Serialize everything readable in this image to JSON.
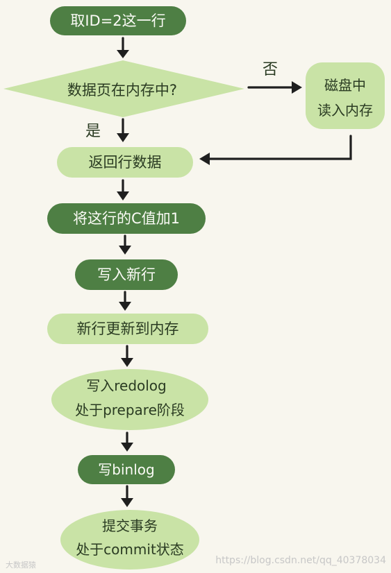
{
  "nodes": {
    "fetch_row": "取ID=2这一行",
    "in_memory_question": "数据页在内存中?",
    "disk_read_line1": "磁盘中",
    "disk_read_line2": "读入内存",
    "return_row": "返回行数据",
    "add_one": "将这行的C值加1",
    "write_new_row": "写入新行",
    "update_memory": "新行更新到内存",
    "redolog_prepare_line1": "写入redolog",
    "redolog_prepare_line2": "处于prepare阶段",
    "write_binlog": "写binlog",
    "commit_line1": "提交事务",
    "commit_line2": "处于commit状态"
  },
  "edge_labels": {
    "no": "否",
    "yes": "是"
  },
  "watermark": {
    "left": "大数据猿",
    "right": "https://blog.csdn.net/qq_40378034"
  },
  "colors": {
    "dark_green": "#4e7f44",
    "light_green": "#c9e3a6",
    "background": "#f8f6ee"
  }
}
